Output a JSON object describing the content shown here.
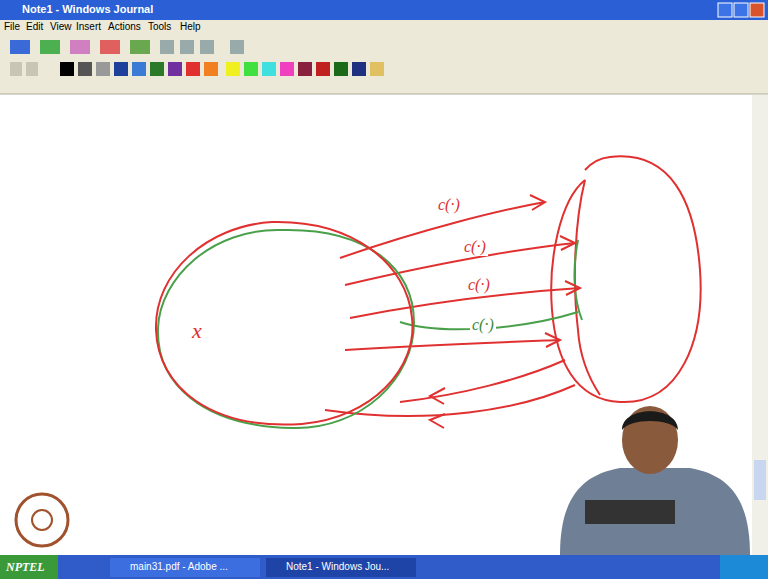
{
  "diagram": {
    "nodes": [
      {
        "text": [
          "x"
        ]
      }
    ],
    "labels": [
      "Note1 - Windows Journal",
      "File",
      "Edit",
      "View",
      "Insert",
      "Actions",
      "Tools",
      "Help",
      "c(·)",
      "c(·)",
      "c(·)",
      "c(·)",
      "main31.pdf - Adobe ...",
      "Note1 - Windows Jou...",
      "NPTEL"
    ]
  }
}
